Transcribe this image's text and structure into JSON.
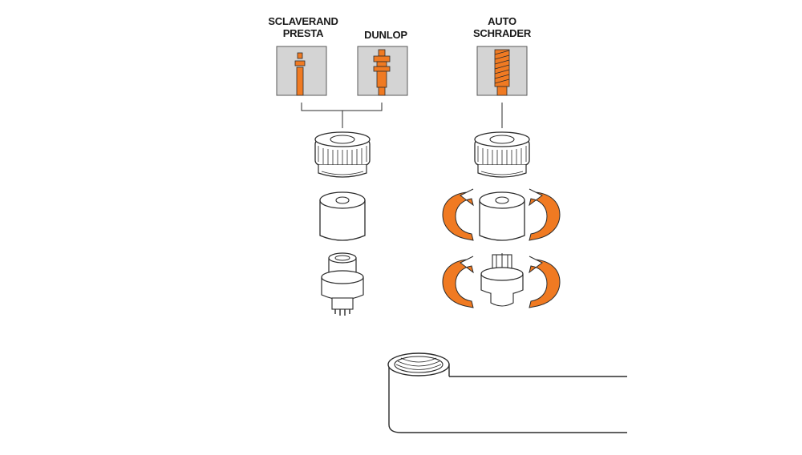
{
  "labels": {
    "presta": [
      "SCLAVERAND",
      "PRESTA"
    ],
    "dunlop": [
      "DUNLOP"
    ],
    "schrader": [
      "AUTO",
      "SCHRADER"
    ]
  },
  "colors": {
    "accent": "#f07a22",
    "panel": "#d4d4d4",
    "outline": "#2b2b2b",
    "part_fill": "#ffffff"
  },
  "icons": {
    "presta_valve": "presta-valve-icon",
    "dunlop_valve": "dunlop-valve-icon",
    "schrader_valve": "schrader-valve-icon",
    "rotate_arrow": "rotate-arrow-icon"
  }
}
